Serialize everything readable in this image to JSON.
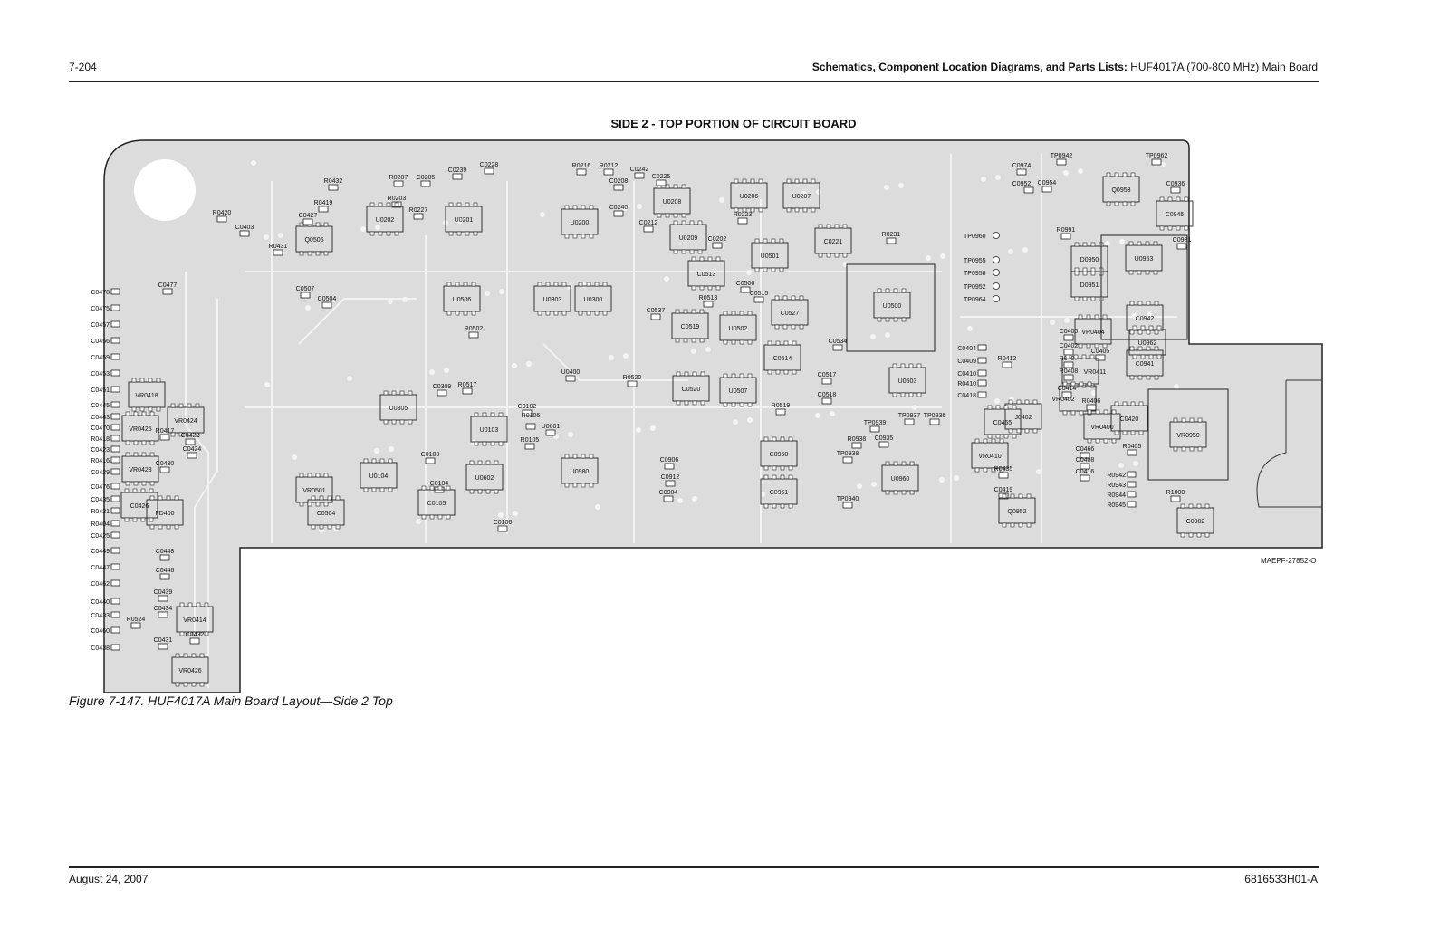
{
  "header": {
    "page_number": "7-204",
    "title_bold": "Schematics, Component Location Diagrams, and Parts Lists:",
    "title_regular": " HUF4017A (700-800 MHz) Main Board"
  },
  "diagram": {
    "title": "SIDE 2 - TOP PORTION OF CIRCUIT BOARD",
    "drawing_code": "MAEPF-27852-O",
    "components": [
      "C0478",
      "C0475",
      "C0457",
      "C0456",
      "C0459",
      "C0453",
      "C0451",
      "C0445",
      "C0443",
      "C0470",
      "R0418",
      "C0423",
      "R0416",
      "C0429",
      "C0476",
      "C0435",
      "R0421",
      "R0404",
      "C0425",
      "C0449",
      "C0447",
      "C0462",
      "C0440",
      "C0433",
      "C0460",
      "C0438",
      "C0477",
      "VR0418",
      "VR0424",
      "VR0425",
      "R0417",
      "C0422",
      "C0424",
      "VR0423",
      "C0430",
      "C0426",
      "FD400",
      "C0448",
      "C0446",
      "C0439",
      "C0434",
      "R0524",
      "VR0414",
      "C0432",
      "C0431",
      "VR0426",
      "C0403",
      "R0431",
      "R0420",
      "Q0505",
      "C0427",
      "R0419",
      "R0432",
      "R0207",
      "C0205",
      "R0203",
      "R0227",
      "C0239",
      "U0201",
      "U0202",
      "C0228",
      "C0208",
      "U0208",
      "C0240",
      "C0212",
      "U0209",
      "C0202",
      "U0200",
      "R0216",
      "R0212",
      "C0225",
      "C0242",
      "U0206",
      "U0207",
      "R0223",
      "C0221",
      "R0231",
      "U0500",
      "C0513",
      "U0501",
      "U0506",
      "U0303",
      "U0300",
      "C0537",
      "C0527",
      "C0534",
      "U0503",
      "U0502",
      "U0507",
      "C0514",
      "C0517",
      "C0518",
      "C0519",
      "C0520",
      "U0305",
      "U0103",
      "U0104",
      "U0602",
      "U0601",
      "U0400",
      "C0309",
      "R0517",
      "C0504",
      "VR0501",
      "C0507",
      "C0504",
      "R0513",
      "C0506",
      "C0515",
      "R0519",
      "U0960",
      "TP0936",
      "TP0937",
      "TP0939",
      "R0938",
      "TP0938",
      "TP0940",
      "C0950",
      "C0951",
      "C0935",
      "TP0960",
      "TP0955",
      "TP0958",
      "TP0952",
      "TP0964",
      "J0402",
      "C0465",
      "VR0410",
      "R0435",
      "C0419",
      "Q0952",
      "R0991",
      "D0950",
      "D0951",
      "U0953",
      "C0942",
      "U0962",
      "C0941",
      "C0420",
      "R0405",
      "VR0950",
      "R0942",
      "R0943",
      "R0944",
      "R0945",
      "R1000",
      "C0982",
      "C0936",
      "C0945",
      "C0981",
      "C0400",
      "C0402",
      "C0405",
      "R0407",
      "R0408",
      "C0414",
      "R0406",
      "C0466",
      "C0408",
      "C0416",
      "C0404",
      "C0409",
      "R0412",
      "C0410",
      "R0410",
      "C0418",
      "VR0404",
      "VR0411",
      "VR0402",
      "VR0400",
      "C0974",
      "C0954",
      "Q0953",
      "C0952",
      "TP0942",
      "TP0962",
      "C0904",
      "C0906",
      "C0912",
      "U0980",
      "C0102",
      "R0106",
      "C0103",
      "C0104",
      "C0105",
      "R0105",
      "C0106",
      "R0502",
      "R0520"
    ]
  },
  "figure_caption": "Figure 7-147. HUF4017A Main Board Layout—Side 2 Top",
  "footer": {
    "date": "August 24, 2007",
    "doc_number": "6816533H01-A"
  }
}
